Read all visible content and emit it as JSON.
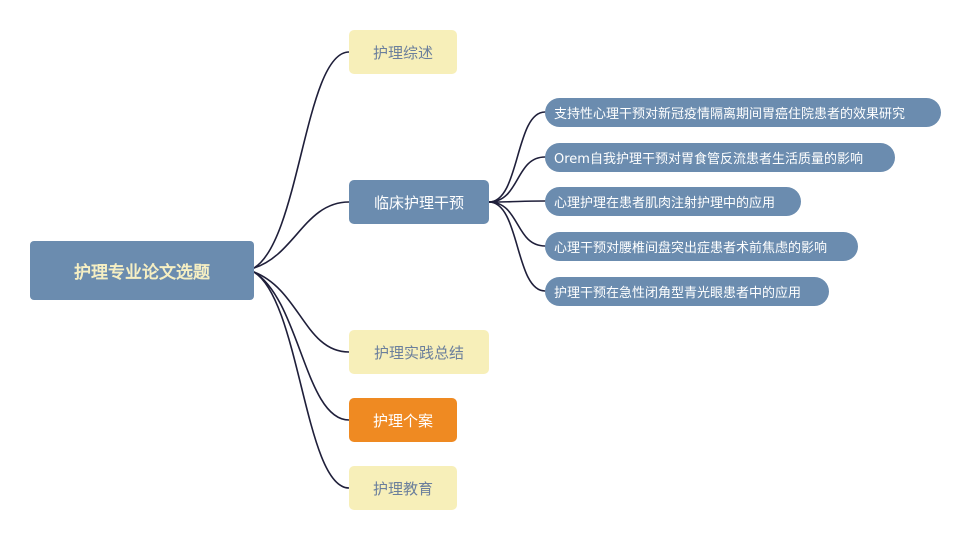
{
  "root": {
    "label": "护理专业论文选题"
  },
  "branches": [
    {
      "label": "护理综述"
    },
    {
      "label": "临床护理干预",
      "children": [
        {
          "label": "支持性心理干预对新冠疫情隔离期间胃癌住院患者的效果研究"
        },
        {
          "label": "Orem自我护理干预对胃食管反流患者生活质量的影响"
        },
        {
          "label": "心理护理在患者肌肉注射护理中的应用"
        },
        {
          "label": "心理干预对腰椎间盘突出症患者术前焦虑的影响"
        },
        {
          "label": "护理干预在急性闭角型青光眼患者中的应用"
        }
      ]
    },
    {
      "label": "护理实践总结"
    },
    {
      "label": "护理个案"
    },
    {
      "label": "护理教育"
    }
  ],
  "colors": {
    "root_bg": "#6b8caf",
    "root_text": "#f6efc3",
    "branch_yellow_bg": "#f7efb9",
    "branch_yellow_text": "#6b7f9c",
    "branch_blue_bg": "#6b8caf",
    "branch_orange_bg": "#ef8a22",
    "connector": "#1f1f3a"
  }
}
